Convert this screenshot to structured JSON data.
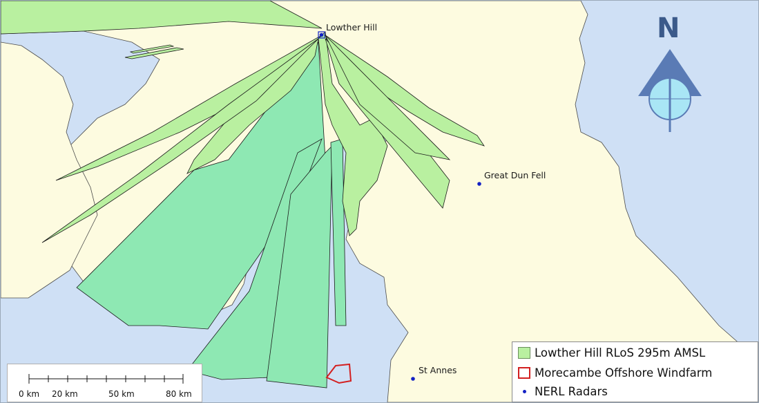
{
  "radars": [
    {
      "name": "Lowther Hill"
    },
    {
      "name": "Great Dun Fell"
    },
    {
      "name": "St Annes"
    }
  ],
  "north_arrow": {
    "letter": "N"
  },
  "legend": {
    "rlos_label": "Lowther Hill RLoS 295m AMSL",
    "windfarm_label": "Morecambe Offshore Windfarm",
    "radars_label": "NERL Radars"
  },
  "scale_bar": {
    "labels": [
      "0 km",
      "20 km",
      "50 km",
      "80 km"
    ]
  },
  "colors": {
    "sea": "#cfe0f5",
    "land": "#fdfbe0",
    "coverage_over_land": "#b9f0a0",
    "coverage_over_sea": "#8ee8b3",
    "windfarm_outline": "#d32020",
    "radar_marker": "#1321c4",
    "north_arrow": "#5a7bb5"
  }
}
